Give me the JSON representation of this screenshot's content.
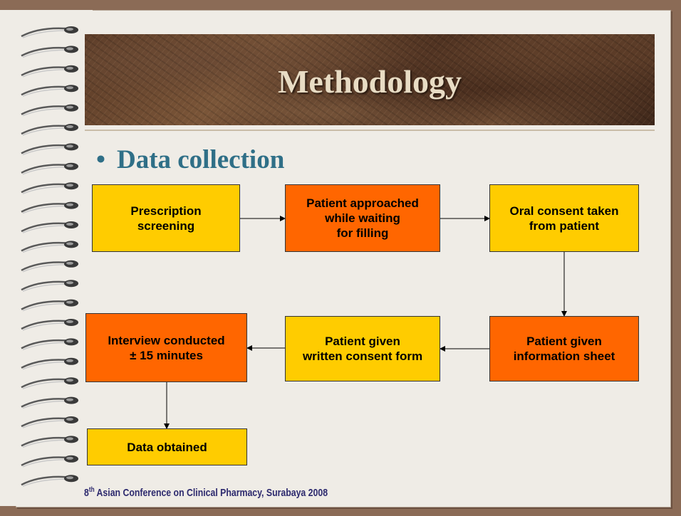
{
  "slide": {
    "title": "Methodology",
    "bullet_marker": "•",
    "bullet_text": "Data collection",
    "footer_ordinal": "8",
    "footer_ordinal_suffix": "th",
    "footer_rest": " Asian Conference on Clinical Pharmacy, Surabaya 2008"
  },
  "flow": {
    "nodes": [
      {
        "id": "prescription-screening",
        "label": "Prescription\nscreening",
        "color": "#ffcc00"
      },
      {
        "id": "patient-approached",
        "label": "Patient approached\nwhile waiting\nfor filling",
        "color": "#ff6600"
      },
      {
        "id": "oral-consent",
        "label": "Oral consent taken\nfrom patient",
        "color": "#ffcc00"
      },
      {
        "id": "information-sheet",
        "label": "Patient given\ninformation sheet",
        "color": "#ff6600"
      },
      {
        "id": "written-consent",
        "label": "Patient given\nwritten consent form",
        "color": "#ffcc00"
      },
      {
        "id": "interview",
        "label": "Interview conducted\n± 15 minutes",
        "color": "#ff6600"
      },
      {
        "id": "data-obtained",
        "label": "Data obtained",
        "color": "#ffcc00"
      }
    ],
    "edges": [
      {
        "from": "prescription-screening",
        "to": "patient-approached"
      },
      {
        "from": "patient-approached",
        "to": "oral-consent"
      },
      {
        "from": "oral-consent",
        "to": "information-sheet"
      },
      {
        "from": "information-sheet",
        "to": "written-consent"
      },
      {
        "from": "written-consent",
        "to": "interview"
      },
      {
        "from": "interview",
        "to": "data-obtained"
      }
    ]
  }
}
